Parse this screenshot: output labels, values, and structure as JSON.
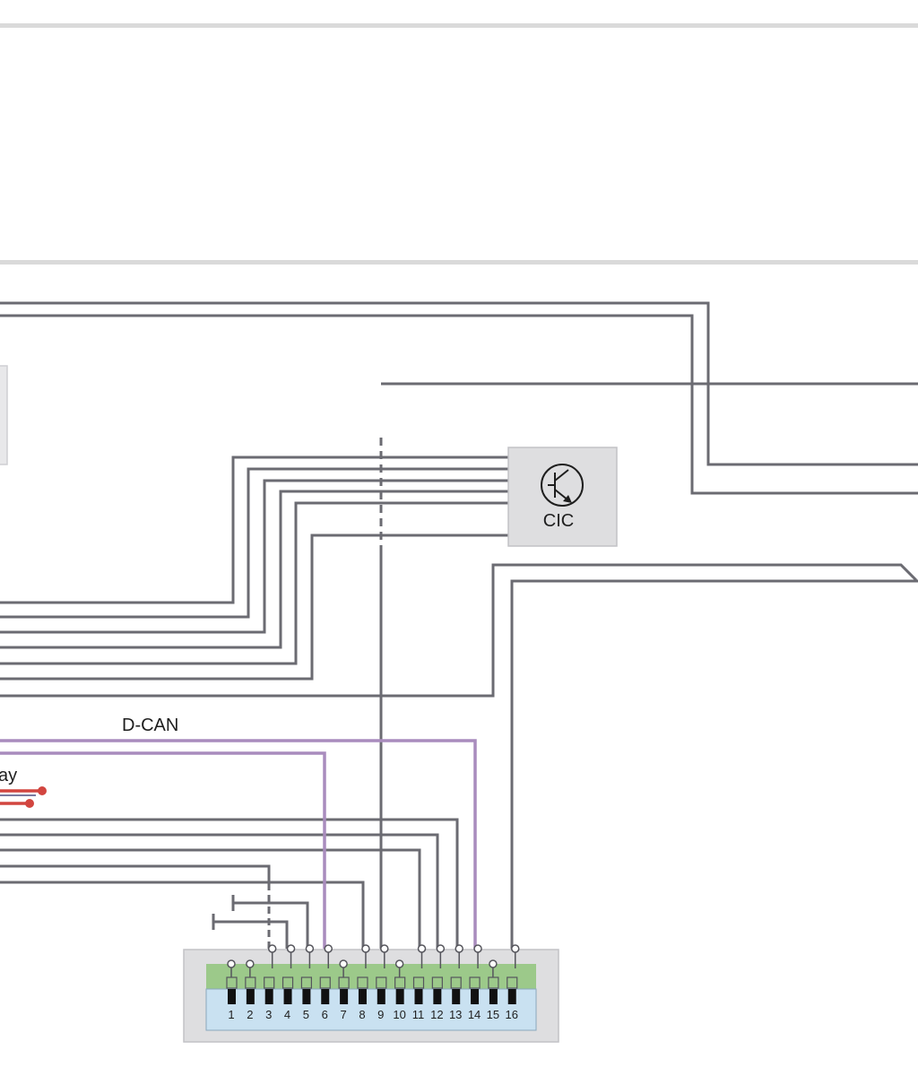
{
  "diagram": {
    "cic_label": "CIC",
    "cic_icon": "transistor-icon",
    "dcan_label": "D-CAN",
    "partial_label": "ay",
    "connector_pins": [
      "1",
      "2",
      "3",
      "4",
      "5",
      "6",
      "7",
      "8",
      "9",
      "10",
      "11",
      "12",
      "13",
      "14",
      "15",
      "16"
    ]
  },
  "colors": {
    "wire": "#6b6b72",
    "dcan_wire": "#a98cbd",
    "red_wire": "#d2453f",
    "block_fill": "#dedee0",
    "block_border": "#c2c2c6",
    "connector_green": "#9cc98a",
    "connector_blue": "#c9e1f1",
    "rule": "#dadada"
  }
}
